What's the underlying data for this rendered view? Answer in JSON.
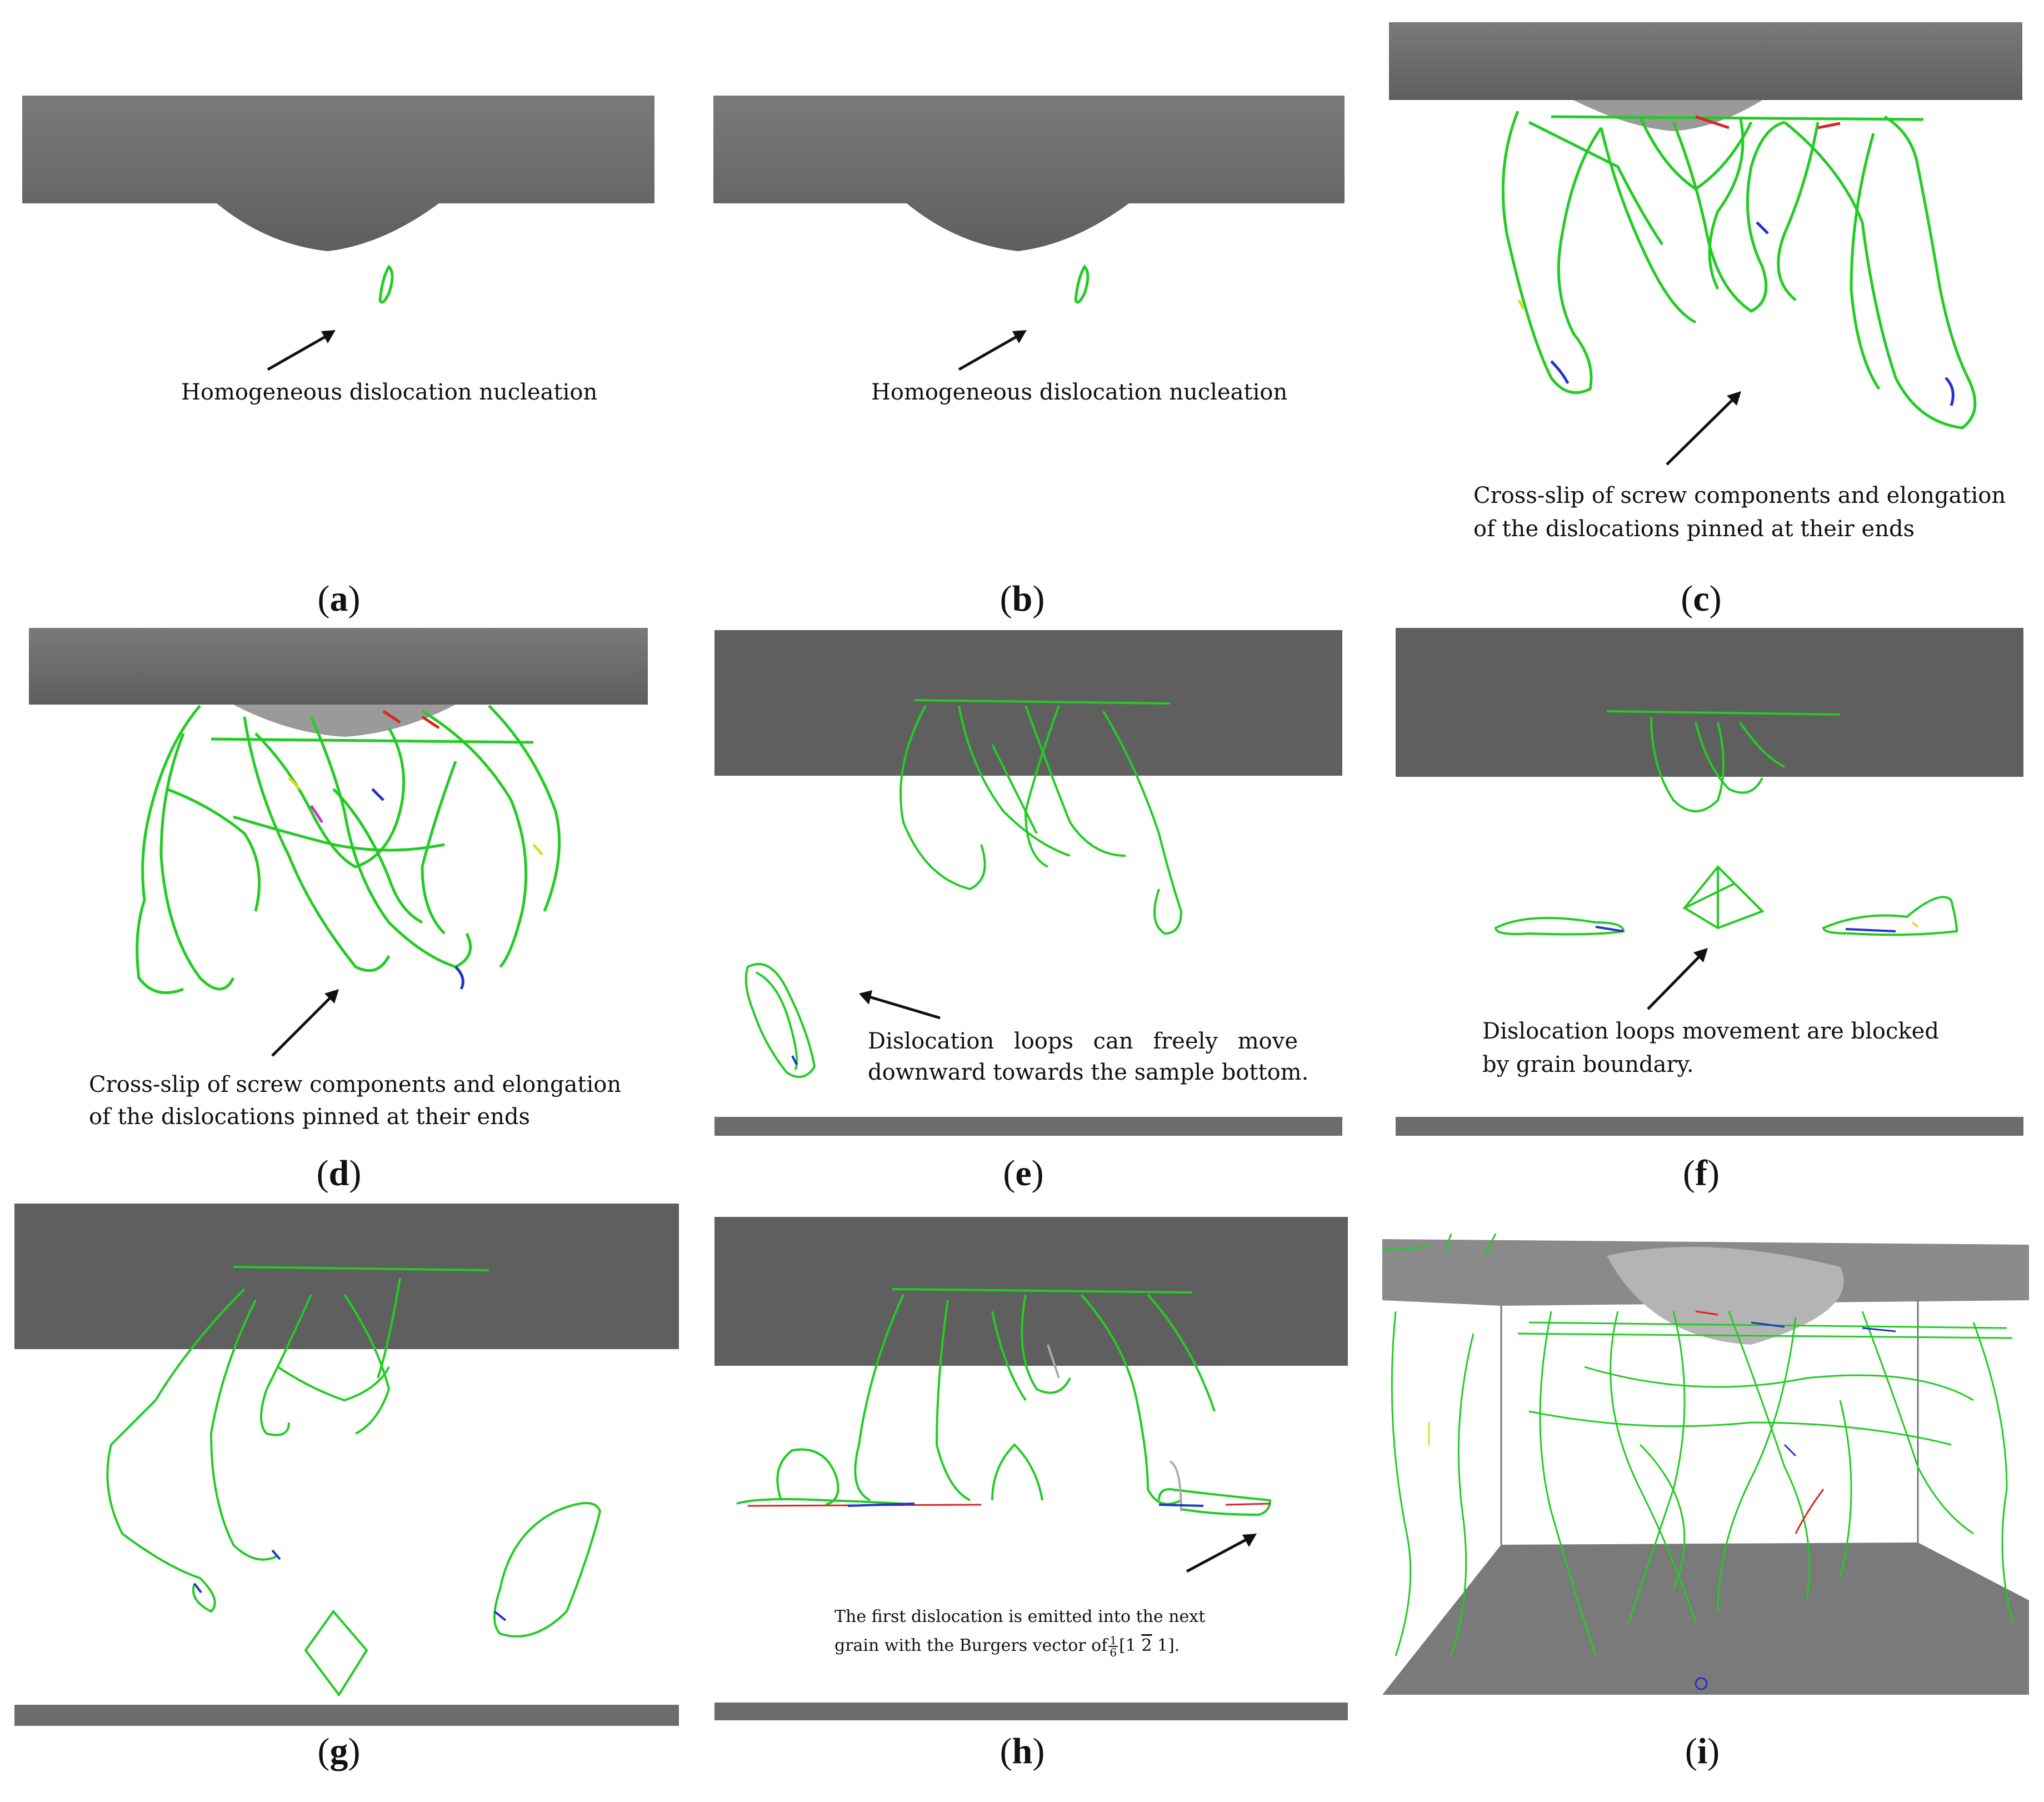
{
  "figure": {
    "panel_labels": [
      "a",
      "b",
      "c",
      "d",
      "e",
      "f",
      "g",
      "h",
      "i"
    ],
    "annotations": {
      "a": [
        "Homogeneous dislocation nucleation"
      ],
      "b": [
        "Homogeneous dislocation nucleation"
      ],
      "c": [
        "Cross-slip of screw components and elongation",
        "of the dislocations pinned at their ends"
      ],
      "d": [
        "Cross-slip of screw components and elongation",
        "of the dislocations pinned at their ends"
      ],
      "e": [
        "Dislocation loops can freely move",
        "downward towards the sample bottom."
      ],
      "f": [
        "Dislocation loops movement are blocked",
        "by grain boundary."
      ],
      "h": {
        "line1": "The first dislocation is emitted into the next",
        "line2_prefix": "grain with the Burgers vector of",
        "frac_num": "1",
        "frac_den": "6",
        "vector_open": "[1 ",
        "vector_bar": "2",
        "vector_close": "1]."
      }
    },
    "colors": {
      "dislocation_main": "#22cc22",
      "dislocation_blue": "#2233cc",
      "dislocation_red": "#dd2222",
      "dislocation_yellow": "#dddd22",
      "slab": "#6f6f6f"
    }
  }
}
